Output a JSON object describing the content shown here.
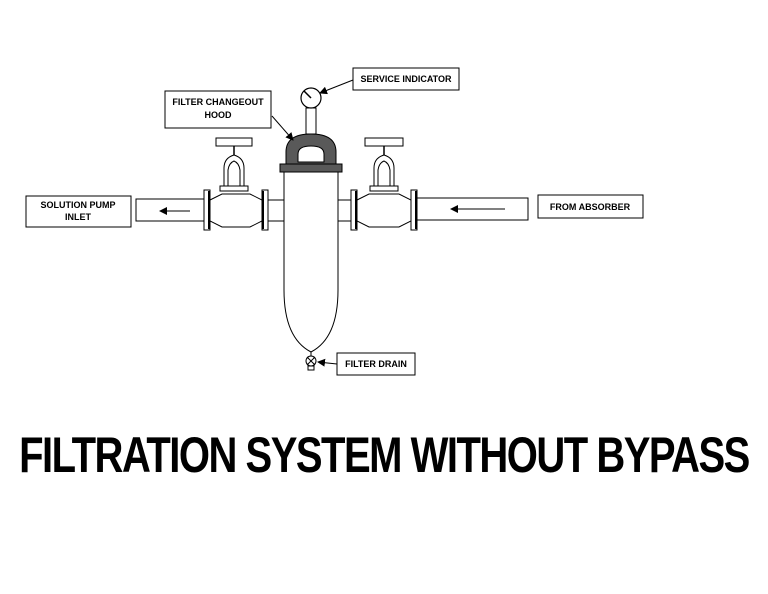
{
  "labels": {
    "service_indicator": "SERVICE INDICATOR",
    "filter_changeout_hood_line1": "FILTER CHANGEOUT",
    "filter_changeout_hood_line2": "HOOD",
    "solution_pump_inlet_line1": "SOLUTION PUMP",
    "solution_pump_inlet_line2": "INLET",
    "from_absorber": "FROM ABSORBER",
    "filter_drain": "FILTER DRAIN"
  },
  "title": "FILTRATION SYSTEM WITHOUT BYPASS",
  "colors": {
    "line": "#000000",
    "hood_fill": "#595959",
    "background": "#ffffff"
  }
}
